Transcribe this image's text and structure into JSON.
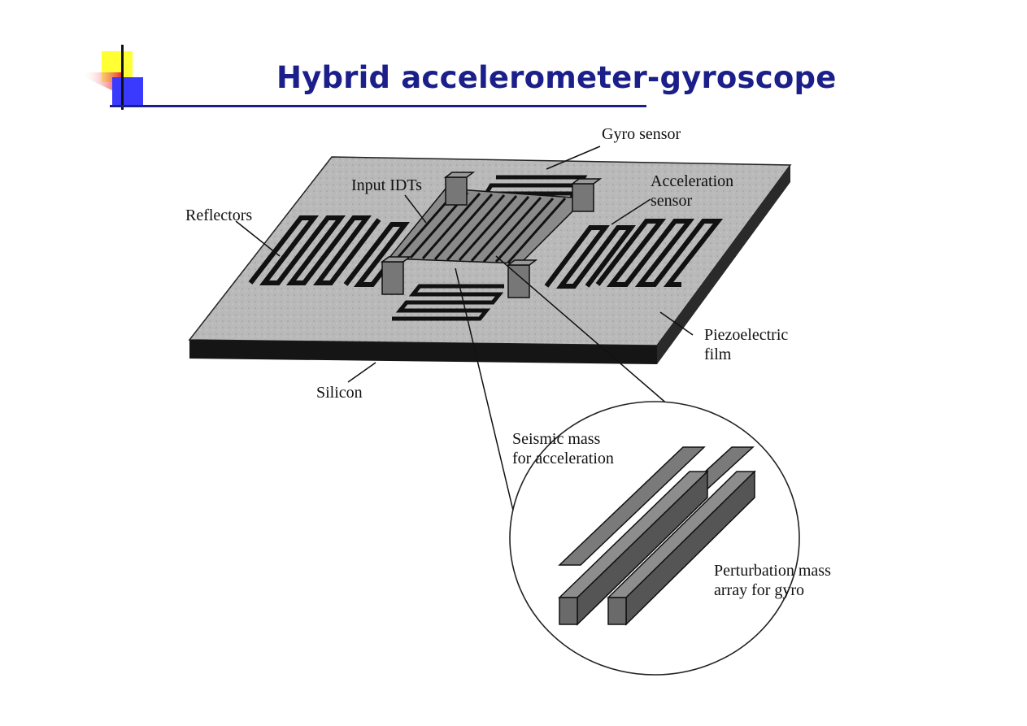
{
  "slide": {
    "title": "Hybrid accelerometer-gyroscope"
  },
  "diagram": {
    "labels": {
      "gyro_sensor": "Gyro sensor",
      "input_idts": "Input IDTs",
      "acceleration_sensor": "Acceleration\nsensor",
      "reflectors": "Reflectors",
      "piezoelectric_film": "Piezoelectric\nfilm",
      "silicon": "Silicon",
      "seismic_mass": "Seismic mass\nfor acceleration",
      "perturbation_mass": "Perturbation mass\narray for gyro"
    },
    "colors": {
      "film": "#b9b9b9",
      "silicon": "#151515",
      "mass": "#7a7a7a",
      "title": "#1b1f8a"
    }
  }
}
